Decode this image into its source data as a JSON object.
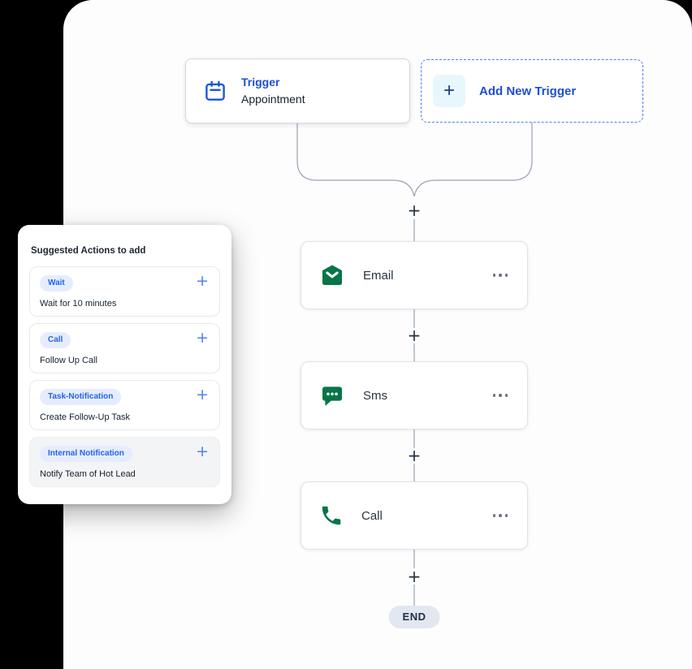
{
  "glyphs": {
    "plus": "+"
  },
  "triggers": {
    "trigger_card": {
      "title": "Trigger",
      "subtitle": "Appointment"
    },
    "add_new_trigger": {
      "label": "Add New Trigger",
      "plus": "+"
    }
  },
  "flow": {
    "nodes": [
      {
        "label": "Email",
        "icon": "email-icon"
      },
      {
        "label": "Sms",
        "icon": "sms-icon"
      },
      {
        "label": "Call",
        "icon": "call-icon"
      }
    ],
    "end_label": "END"
  },
  "suggested_panel": {
    "title": "Suggested Actions to add",
    "items": [
      {
        "badge": "Wait",
        "text": "Wait for 10 minutes",
        "highlighted": false
      },
      {
        "badge": "Call",
        "text": "Follow Up Call",
        "highlighted": false
      },
      {
        "badge": "Task-Notification",
        "text": "Create Follow-Up Task",
        "highlighted": false
      },
      {
        "badge": "Internal Notification",
        "text": "Notify Team of Hot Lead",
        "highlighted": true
      }
    ]
  },
  "colors": {
    "accent_blue": "#1d4ed8",
    "badge_blue": "#2563eb",
    "icon_green": "#067647",
    "connector_gray": "#9aa3b2",
    "end_pill_bg": "#e2e7f0",
    "add_box_bg": "#e8f7fc"
  }
}
